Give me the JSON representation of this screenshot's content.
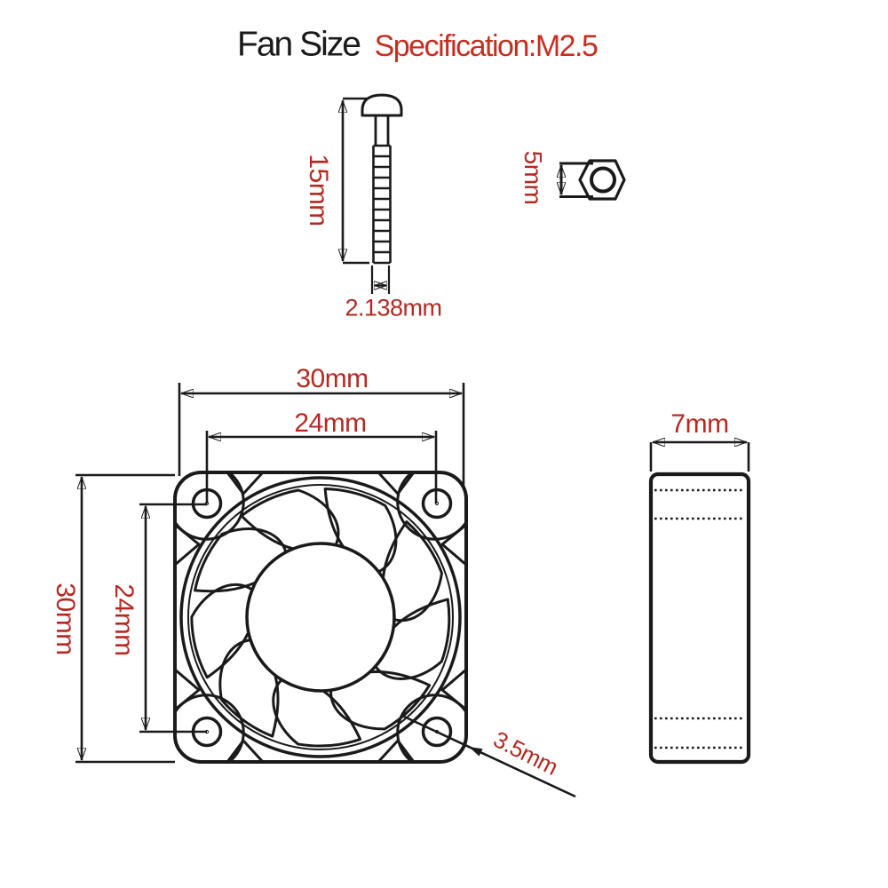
{
  "title": {
    "product": "Fan Size",
    "spec": "Specification:M2.5"
  },
  "screw": {
    "length": "15mm",
    "thread_diameter": "2.138mm"
  },
  "nut": {
    "height": "5mm"
  },
  "fan_front": {
    "frame_width": "30mm",
    "hole_pitch_horizontal": "24mm",
    "frame_height": "30mm",
    "hole_pitch_vertical": "24mm",
    "mount_hole_diameter": "3.5mm"
  },
  "fan_side": {
    "depth": "7mm"
  },
  "colors": {
    "line": "#1a1a1a",
    "dimension_text": "#b42a22",
    "spec_text": "#c52f21",
    "title_text": "#1a1a1a",
    "background": "#ffffff"
  }
}
